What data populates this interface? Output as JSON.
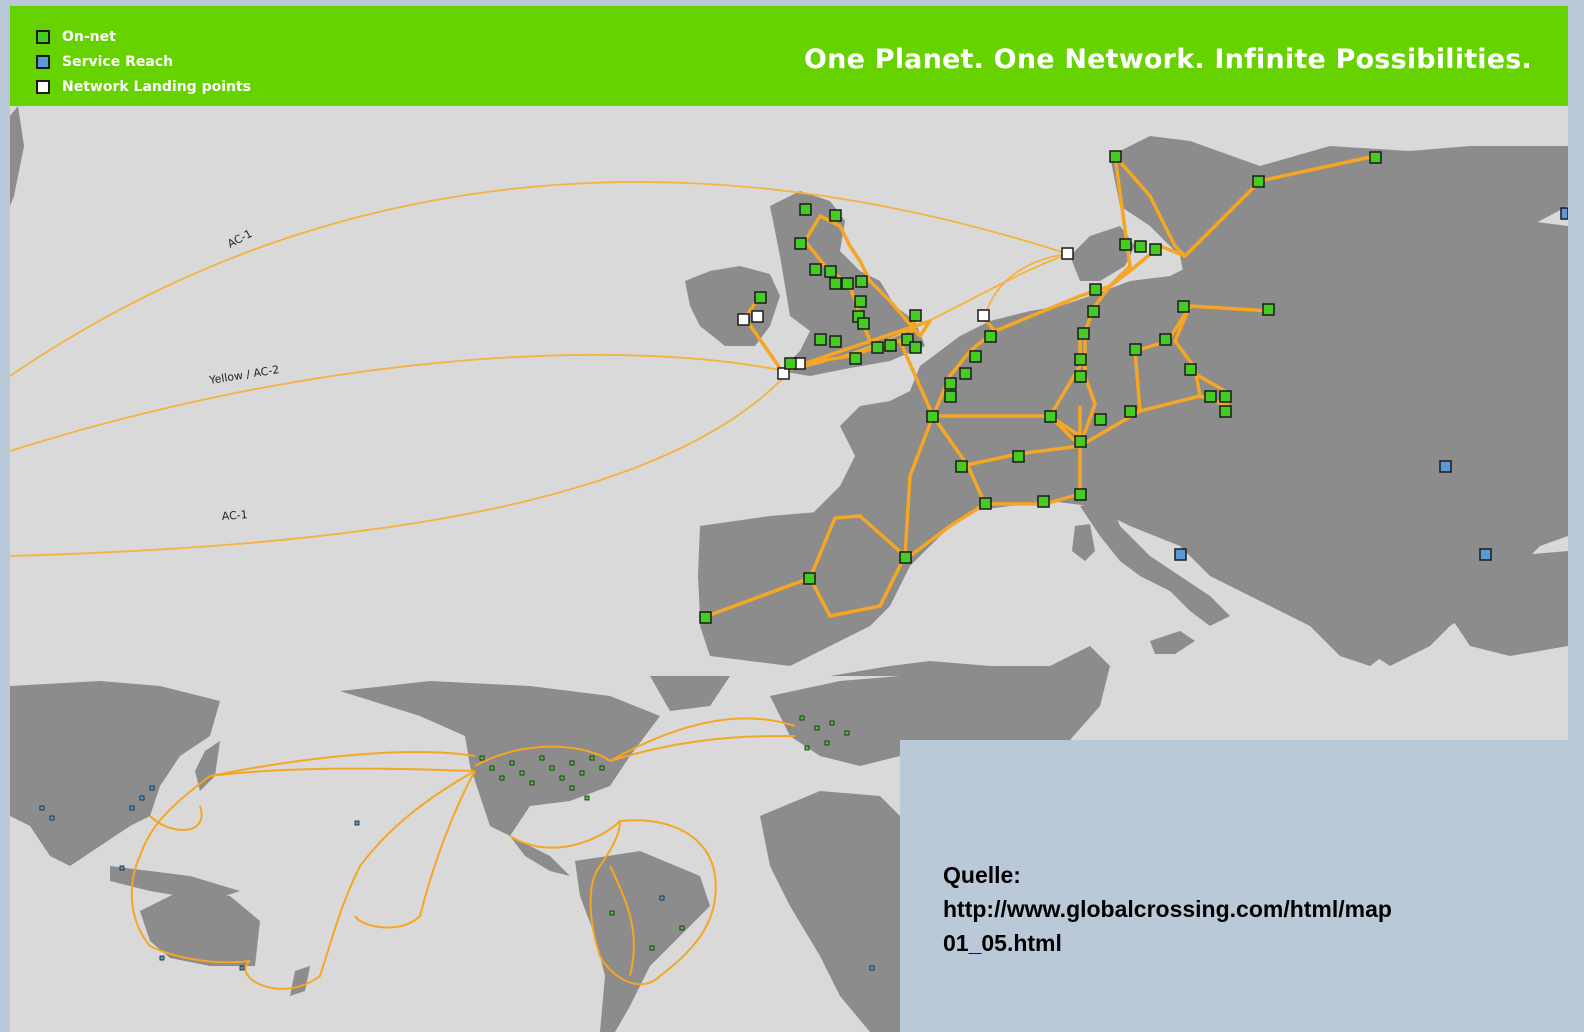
{
  "header": {
    "tagline": "One Planet. One Network. Infinite Possibilities."
  },
  "legend": [
    {
      "label": "On-net",
      "color": "#44cc22"
    },
    {
      "label": "Service Reach",
      "color": "#5b9bd5"
    },
    {
      "label": "Network Landing points",
      "color": "#ffffff"
    }
  ],
  "map_labels": {
    "ac1_north": "AC-1",
    "yellow_ac2": "Yellow / AC-2",
    "ac1_south": "AC-1"
  },
  "source": {
    "heading": "Quelle:",
    "url_line1": "http://www.globalcrossing.com/html/map",
    "url_line2": "01_05.html"
  },
  "colors": {
    "header_green": "#66d200",
    "route_orange": "#f5a623",
    "land_gray": "#8c8c8c",
    "sea_gray": "#d9d9d9",
    "page_bg": "#b9c9d8"
  }
}
